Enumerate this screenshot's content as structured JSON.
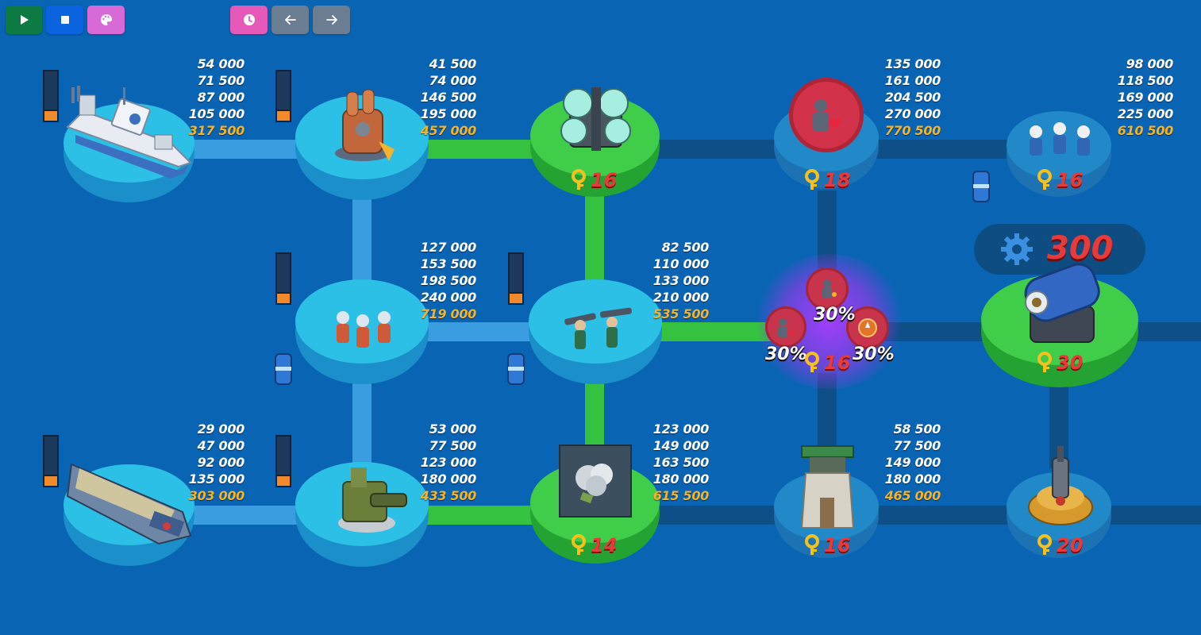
{
  "toolbar": {
    "buttons": [
      {
        "name": "play-button",
        "icon": "play-icon",
        "color": "#0d7a44"
      },
      {
        "name": "stop-button",
        "icon": "stop-icon",
        "color": "#0b63e0"
      },
      {
        "name": "palette-button",
        "icon": "palette-icon",
        "color": "#d86ad8"
      },
      {
        "name": "history-button",
        "icon": "clock-icon",
        "color": "#e55ab8"
      },
      {
        "name": "back-button",
        "icon": "arrow-left-icon",
        "color": "#6b7d90"
      },
      {
        "name": "forward-button",
        "icon": "arrow-right-icon",
        "color": "#6b7d90"
      }
    ]
  },
  "nodes": {
    "gunboat": {
      "prices": [
        "54 000",
        "71 500",
        "87 000",
        "105 000"
      ],
      "total": "317 500",
      "meter": 0.18
    },
    "flamethrower": {
      "prices": [
        "41 500",
        "74 000",
        "146 500",
        "195 000"
      ],
      "total": "457 000",
      "meter": 0.18
    },
    "shield_generator": {
      "cost": "16",
      "state": "unlocked"
    },
    "medkit": {
      "prices": [
        "135 000",
        "161 000",
        "204 500",
        "270 000"
      ],
      "total": "770 500",
      "cost": "18"
    },
    "grenadiers": {
      "prices": [
        "98 000",
        "118 500",
        "169 000",
        "225 000"
      ],
      "total": "610 500",
      "cost": "16"
    },
    "riflemen": {
      "prices": [
        "127 000",
        "153 500",
        "198 500",
        "240 000"
      ],
      "total": "719 000",
      "meter": 0.18
    },
    "bazooka": {
      "prices": [
        "82 500",
        "110 000",
        "133 000",
        "210 000"
      ],
      "total": "535 500",
      "meter": 0.18
    },
    "statue": {
      "cost": "16",
      "chances": [
        "30%",
        "30%",
        "30%"
      ]
    },
    "mortar_vault": {
      "cost": "30",
      "gear_value": "300"
    },
    "landing_craft": {
      "prices": [
        "29 000",
        "47 000",
        "92 000",
        "135 000"
      ],
      "total": "303 000",
      "meter": 0.18
    },
    "machine_gun": {
      "prices": [
        "53 000",
        "77 500",
        "123 000",
        "180 000"
      ],
      "total": "433 500",
      "meter": 0.18
    },
    "smoke": {
      "prices": [
        "123 000",
        "149 000",
        "163 500",
        "180 000"
      ],
      "total": "615 500",
      "cost": "14"
    },
    "sniper_tower": {
      "prices": [
        "58 500",
        "77 500",
        "149 000",
        "180 000"
      ],
      "total": "465 000",
      "cost": "16"
    },
    "boom_cannon": {
      "cost": "20"
    }
  },
  "colors": {
    "background": "#0a64b4",
    "path_unlocked": "#34c240",
    "path_available": "#3a9de0",
    "path_locked": "#0d4f86",
    "price": "#ffffff",
    "price_total": "#f3b32a",
    "cost": "#e73a3a",
    "key": "#f6c11d"
  }
}
